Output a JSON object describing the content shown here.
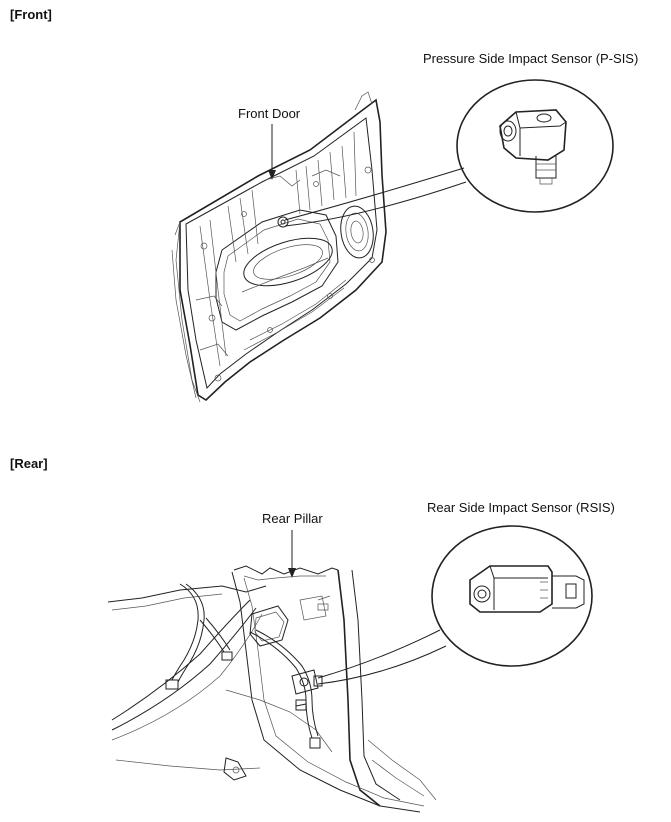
{
  "sections": {
    "front": {
      "title": "[Front]",
      "part_label": "Front Door",
      "sensor_label": "Pressure Side Impact Sensor (P-SIS)"
    },
    "rear": {
      "title": "[Rear]",
      "part_label": "Rear Pillar",
      "sensor_label": "Rear Side Impact Sensor (RSIS)"
    }
  }
}
